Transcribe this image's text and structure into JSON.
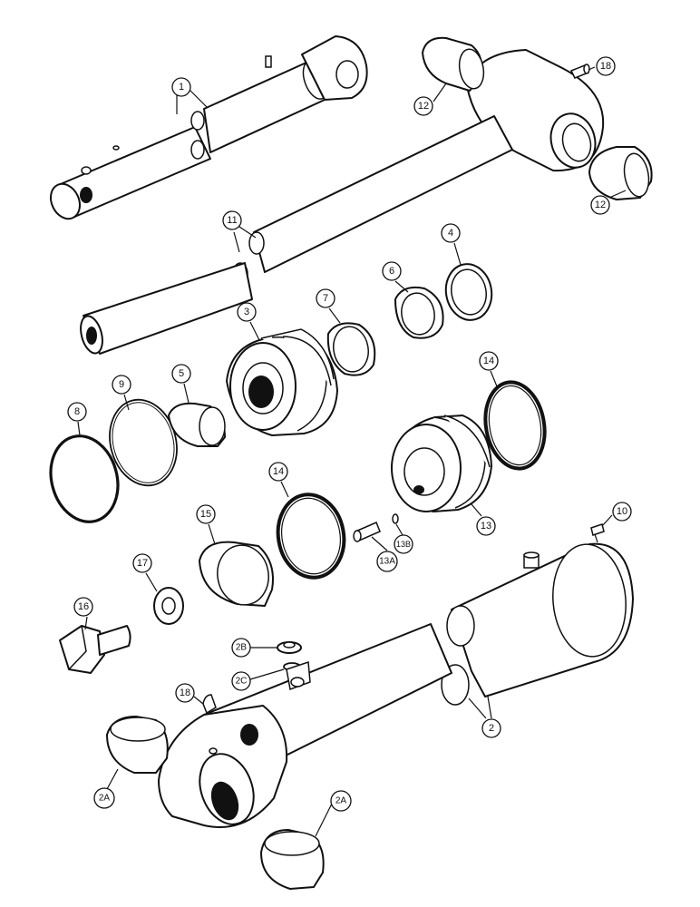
{
  "callouts": {
    "c1": "1",
    "c2": "2",
    "c2A_left": "2A",
    "c2A_right": "2A",
    "c2B": "2B",
    "c2C": "2C",
    "c3": "3",
    "c4": "4",
    "c5": "5",
    "c6": "6",
    "c7": "7",
    "c8": "8",
    "c9": "9",
    "c10": "10",
    "c11": "11",
    "c12_top": "12",
    "c12_right": "12",
    "c13": "13",
    "c13A": "13A",
    "c13B": "13B",
    "c14_upper": "14",
    "c14_lower": "14",
    "c15": "15",
    "c16": "16",
    "c17": "17",
    "c18_top": "18",
    "c18_bottom": "18"
  }
}
